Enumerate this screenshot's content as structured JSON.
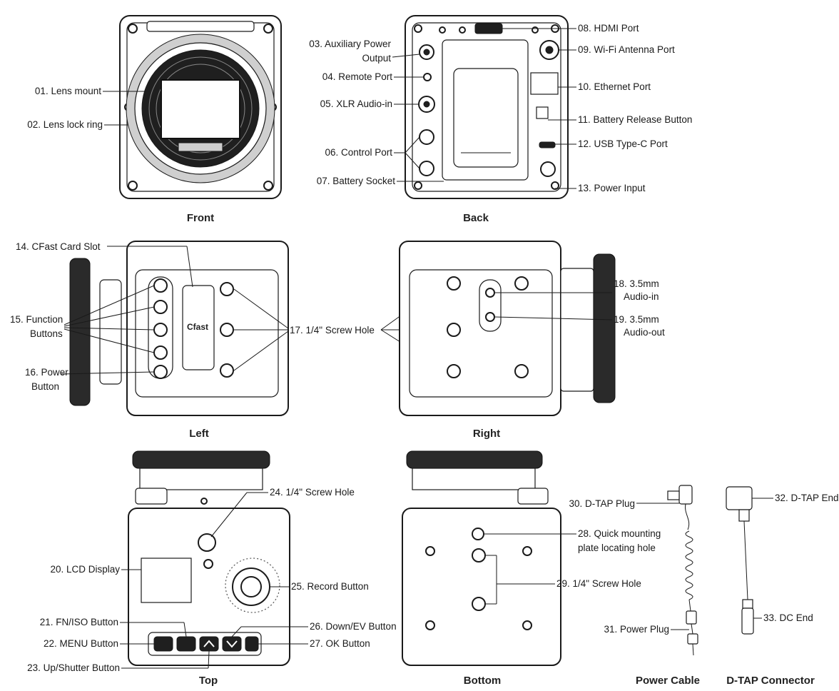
{
  "views": {
    "front": "Front",
    "back": "Back",
    "left": "Left",
    "right": "Right",
    "top": "Top",
    "bottom": "Bottom",
    "power_cable": "Power Cable",
    "dtap_connector": "D-TAP Connector"
  },
  "callouts": {
    "c01": "01. Lens mount",
    "c02": "02. Lens lock ring",
    "c03a": "03. Auxiliary Power",
    "c03b": "Output",
    "c04": "04. Remote Port",
    "c05": "05. XLR Audio-in",
    "c06": "06. Control Port",
    "c07": "07. Battery Socket",
    "c08": "08. HDMI Port",
    "c09": "09. Wi-Fi Antenna Port",
    "c10": "10. Ethernet Port",
    "c11": "11. Battery Release Button",
    "c12": "12. USB Type-C Port",
    "c13": "13. Power Input",
    "c14": "14. CFast Card Slot",
    "c15a": "15. Function",
    "c15b": "Buttons",
    "c16a": "16. Power",
    "c16b": "Button",
    "c17": "17. 1/4\" Screw Hole",
    "c18a": "18. 3.5mm",
    "c18b": "Audio-in",
    "c19a": "19. 3.5mm",
    "c19b": "Audio-out",
    "c20": "20. LCD Display",
    "c21": "21. FN/ISO Button",
    "c22": "22. MENU Button",
    "c23": "23. Up/Shutter Button",
    "c24": "24. 1/4\" Screw Hole",
    "c25": "25. Record Button",
    "c26": "26. Down/EV Button",
    "c27": "27. OK Button",
    "c28a": "28. Quick mounting",
    "c28b": "plate locating hole",
    "c29": "29. 1/4\" Screw Hole",
    "c30": "30. D-TAP Plug",
    "c31": "31. Power Plug",
    "c32": "32. D-TAP End",
    "c33": "33. DC End"
  },
  "device_labels": {
    "cfast": "Cfast"
  }
}
